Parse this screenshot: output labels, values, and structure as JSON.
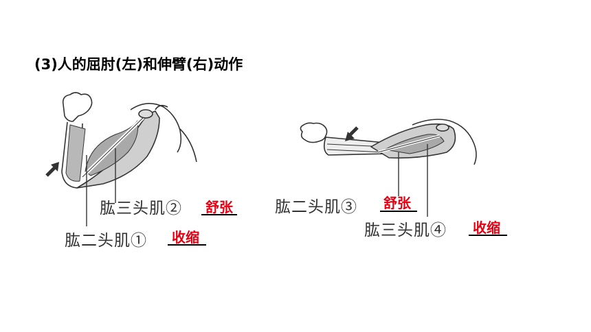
{
  "title": "(3)人的屈肘(左)和伸臂(右)动作",
  "left_figure": {
    "label_top": "肱三头肌②",
    "answer_top": "舒张",
    "label_bottom": "肱二头肌①",
    "answer_bottom": "收缩"
  },
  "right_figure": {
    "label_top": "肱二头肌③",
    "answer_top": "舒张",
    "label_bottom": "肱三头肌④",
    "answer_bottom": "收缩"
  },
  "colors": {
    "answer": "#e60012",
    "line": "#333333"
  }
}
